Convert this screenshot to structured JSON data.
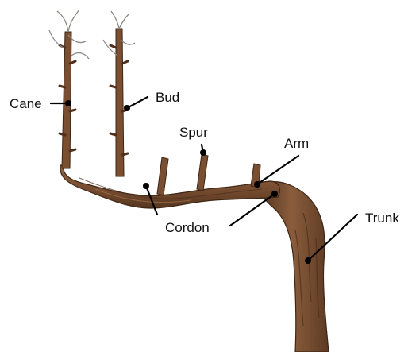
{
  "labels": {
    "cane": "Cane",
    "bud": "Bud",
    "spur": "Spur",
    "arm": "Arm",
    "cordon": "Cordon",
    "trunk": "Trunk"
  },
  "colors": {
    "wood": "#7a4f31",
    "wood_dark": "#4e301c",
    "wood_light": "#9a6a47",
    "shoot": "#8a8a84"
  }
}
